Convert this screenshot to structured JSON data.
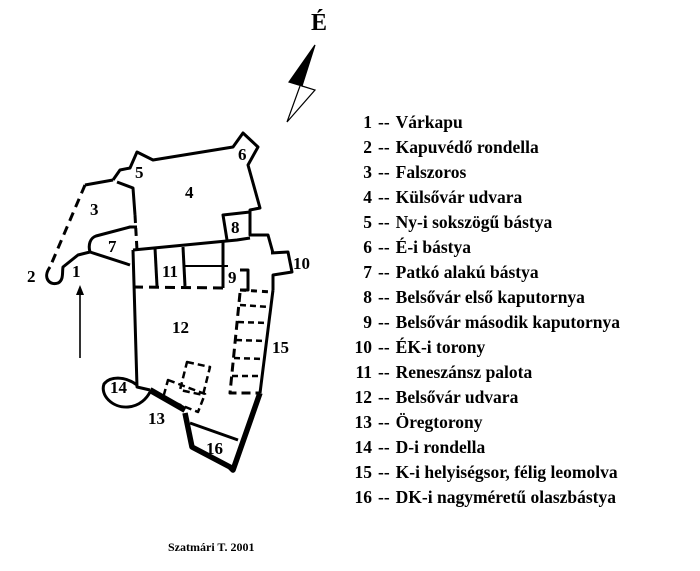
{
  "north_label": "É",
  "plan": {
    "labels": [
      "1",
      "2",
      "3",
      "4",
      "5",
      "6",
      "7",
      "8",
      "9",
      "10",
      "11",
      "12",
      "13",
      "14",
      "15",
      "16"
    ]
  },
  "legend": [
    {
      "num": "1",
      "sep": "--",
      "text": "Várkapu"
    },
    {
      "num": "2",
      "sep": "--",
      "text": "Kapuvédő rondella"
    },
    {
      "num": "3",
      "sep": "--",
      "text": "Falszoros"
    },
    {
      "num": "4",
      "sep": "--",
      "text": "Külsővár udvara"
    },
    {
      "num": "5",
      "sep": "--",
      "text": "Ny-i sokszögű bástya"
    },
    {
      "num": "6",
      "sep": "--",
      "text": "É-i bástya"
    },
    {
      "num": "7",
      "sep": "--",
      "text": "Patkó alakú bástya"
    },
    {
      "num": "8",
      "sep": "--",
      "text": "Belsővár első kaputornya"
    },
    {
      "num": "9",
      "sep": "--",
      "text": "Belsővár második kaputornya"
    },
    {
      "num": "10",
      "sep": "--",
      "text": "ÉK-i torony"
    },
    {
      "num": "11",
      "sep": "--",
      "text": "Reneszánsz palota"
    },
    {
      "num": "12",
      "sep": "--",
      "text": "Belsővár udvara"
    },
    {
      "num": "13",
      "sep": "--",
      "text": "Öregtorony"
    },
    {
      "num": "14",
      "sep": "--",
      "text": "D-i rondella"
    },
    {
      "num": "15",
      "sep": "--",
      "text": "K-i helyiségsor, félig leomolva"
    },
    {
      "num": "16",
      "sep": "--",
      "text": "DK-i nagyméretű olaszbástya"
    }
  ],
  "caption": "Szatmári T. 2001"
}
